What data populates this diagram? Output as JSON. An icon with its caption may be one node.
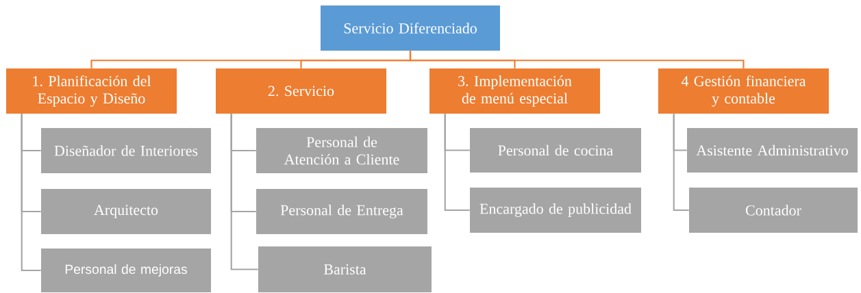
{
  "diagram": {
    "nodes": [
      {
        "text": [
          "Servicio Diferenciado"
        ]
      },
      {
        "text": [
          "1. Planificación del Espacio y Diseño"
        ]
      },
      {
        "text": [
          "2. Servicio"
        ]
      },
      {
        "text": [
          "3. Implementación de menú especial"
        ]
      },
      {
        "text": [
          "4 Gestión financiera y contable"
        ]
      },
      {
        "text": [
          "Diseñador de Interiores"
        ]
      },
      {
        "text": [
          "Arquitecto"
        ]
      },
      {
        "text": [
          "Personal de mejoras"
        ]
      },
      {
        "text": [
          "Personal de Atención a Cliente"
        ]
      },
      {
        "text": [
          "Personal de Entrega"
        ]
      },
      {
        "text": [
          "Barista"
        ]
      },
      {
        "text": [
          "Personal de cocina"
        ]
      },
      {
        "text": [
          "Encargado de publicidad"
        ]
      },
      {
        "text": [
          "Asistente Administrativo"
        ]
      },
      {
        "text": [
          "Contador"
        ]
      }
    ],
    "edges": [
      {
        "from": 0,
        "to": 1,
        "arrow": "none",
        "color": "#ed7d31"
      },
      {
        "from": 0,
        "to": 2,
        "arrow": "none",
        "color": "#ed7d31"
      },
      {
        "from": 0,
        "to": 3,
        "arrow": "none",
        "color": "#ed7d31"
      },
      {
        "from": 0,
        "to": 4,
        "arrow": "none",
        "color": "#ed7d31"
      },
      {
        "from": 1,
        "to": 5,
        "arrow": "none"
      },
      {
        "from": 1,
        "to": 6,
        "arrow": "none"
      },
      {
        "from": 1,
        "to": 7,
        "arrow": "none"
      },
      {
        "from": 2,
        "to": 8,
        "arrow": "none"
      },
      {
        "from": 2,
        "to": 9,
        "arrow": "none"
      },
      {
        "from": 2,
        "to": 10,
        "arrow": "none"
      },
      {
        "from": 3,
        "to": 11,
        "arrow": "none"
      },
      {
        "from": 3,
        "to": 12,
        "arrow": "none"
      },
      {
        "from": 4,
        "to": 13,
        "arrow": "none"
      },
      {
        "from": 4,
        "to": 14,
        "arrow": "none"
      }
    ]
  }
}
